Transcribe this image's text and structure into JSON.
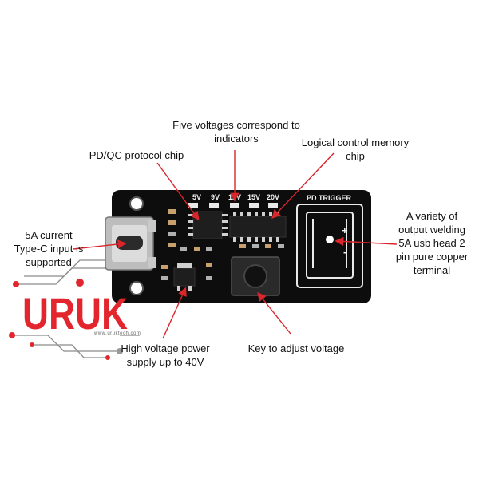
{
  "callouts": {
    "five_voltages": "Five voltages correspond to\nindicators",
    "protocol_chip": "PD/QC protocol chip",
    "logic_chip": "Logical control memory\nchip",
    "current_input": "5A current\nType-C input is\nsupported",
    "terminal": "A variety of\noutput welding\n5A usb head 2\npin pure copper\nterminal",
    "high_voltage": "High voltage power\nsupply up to 40V",
    "key": "Key to adjust voltage"
  },
  "board": {
    "voltage_marks": [
      "5V",
      "9V",
      "12V",
      "15V",
      "20V"
    ],
    "title": "PD TRIGGER",
    "terminal_plus": "+",
    "terminal_minus": "-"
  },
  "logo": {
    "text": "URUK",
    "url": "www.uruktech.com"
  },
  "colors": {
    "board": "#0d0d0d",
    "arrow": "#d8262c",
    "logo_red": "#e3262d",
    "circuit_gray": "#8a8a8a"
  }
}
